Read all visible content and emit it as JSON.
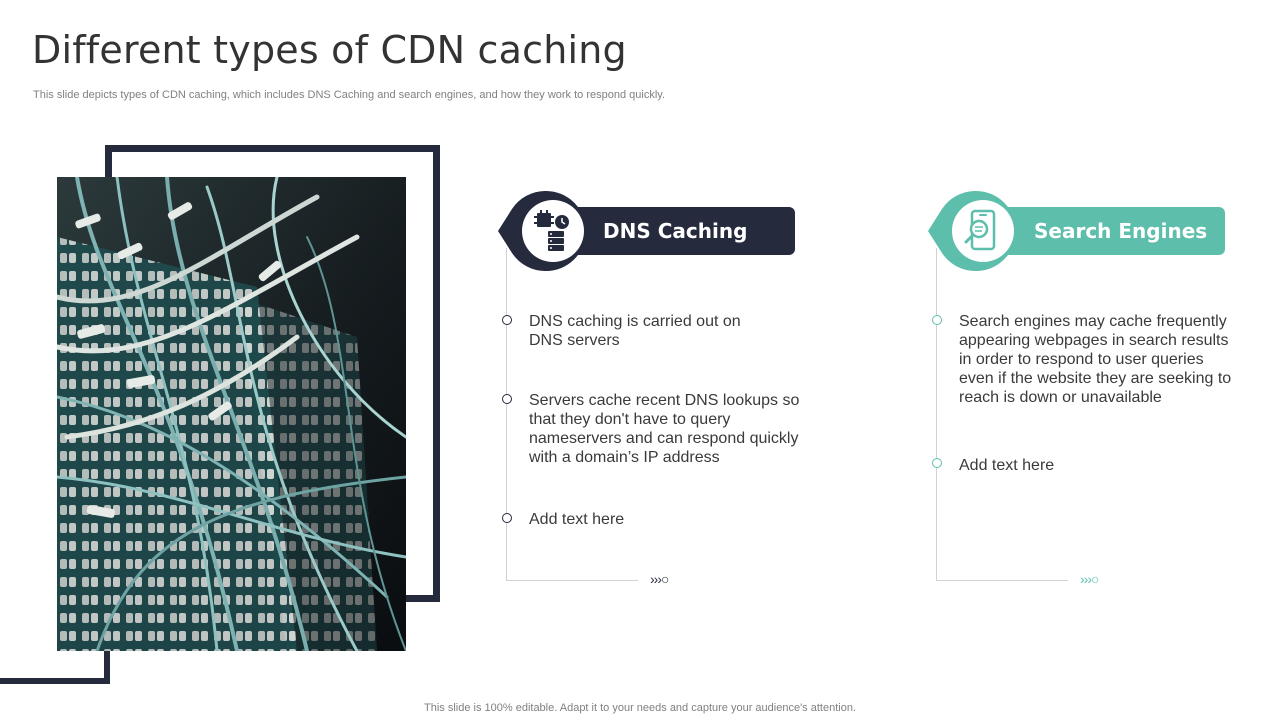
{
  "slide": {
    "title": "Different types of CDN caching",
    "subtitle": "This slide depicts types of CDN caching, which includes DNS Caching and search engines, and how they work to respond quickly.",
    "footer": "This slide is 100% editable. Adapt it to your needs and capture your audience's attention."
  },
  "colors": {
    "navy": "#252a3d",
    "teal": "#5dbfab"
  },
  "dns": {
    "heading": "DNS Caching",
    "icon": "server-clock-icon",
    "items": [
      "DNS caching is carried out on DNS servers",
      "Servers cache recent DNS lookups so that they don't have to query nameservers and can respond quickly with a domain’s IP address",
      "Add text here"
    ],
    "arrows": "›››○"
  },
  "search": {
    "heading": "Search Engines",
    "icon": "mobile-search-icon",
    "items": [
      "Search engines may cache frequently appearing webpages in search results in order to respond to user queries even if the website they are seeking to reach is down or unavailable",
      "Add text here"
    ],
    "arrows": "›››○"
  }
}
